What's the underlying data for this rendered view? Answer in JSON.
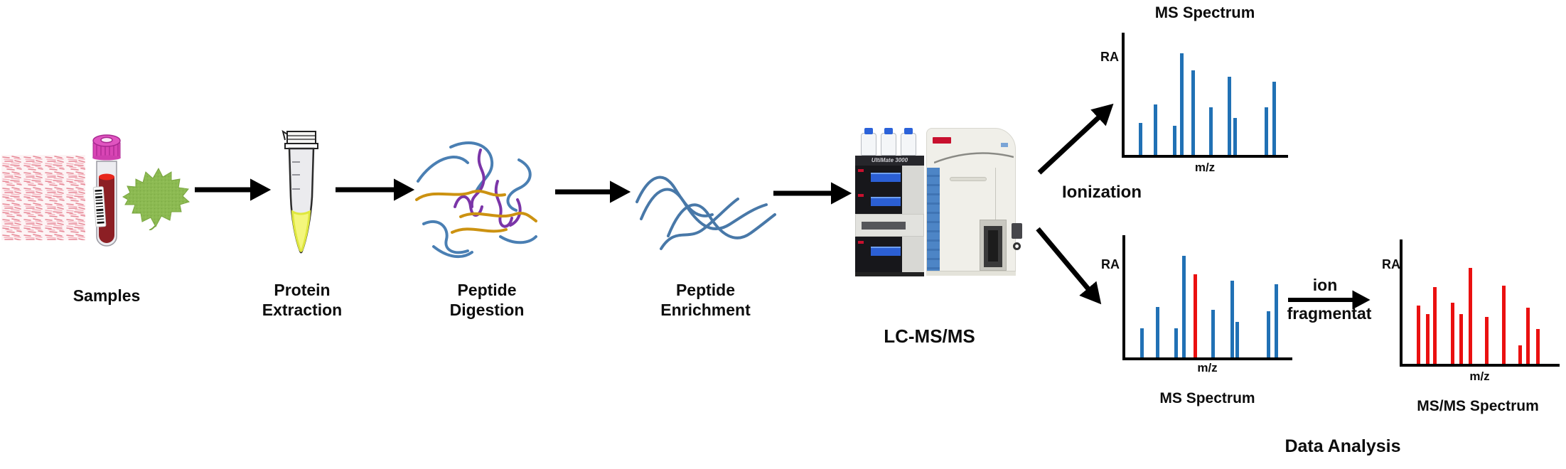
{
  "stages": {
    "samples": "Samples",
    "protein_extraction": [
      "Protein",
      "Extraction"
    ],
    "peptide_digestion": [
      "Peptide",
      "Digestion"
    ],
    "peptide_enrichment": [
      "Peptide",
      "Enrichment"
    ],
    "lc_ms_ms": "LC-MS/MS"
  },
  "instrument": {
    "lc_text": "UltiMate 3000"
  },
  "annotations": {
    "ionization": "Ionization",
    "ion_word": "ion",
    "fragmentation_word": "fragmentat",
    "data_analysis": "Data Analysis"
  },
  "colors": {
    "peak_blue": "#2171b5",
    "peak_red": "#ea1010",
    "arrow_black": "#000000"
  },
  "chart_data": [
    {
      "type": "bar",
      "role": "ms-spectrum-after-ionization",
      "title": "MS Spectrum",
      "title_position": "top",
      "xlabel": "m/z",
      "ylabel": "RA",
      "bar_color": "#2171b5",
      "highlight_color": "#ea1010",
      "axis_units": "relative (no numeric ticks, no gridlines)",
      "peaks_units": "x = % along m/z axis, h = % of axis height",
      "peaks": [
        {
          "x": 8.7,
          "h": 26
        },
        {
          "x": 17.8,
          "h": 41
        },
        {
          "x": 29.6,
          "h": 24
        },
        {
          "x": 33.9,
          "h": 83
        },
        {
          "x": 40.9,
          "h": 69
        },
        {
          "x": 51.7,
          "h": 39
        },
        {
          "x": 63.0,
          "h": 64
        },
        {
          "x": 66.5,
          "h": 30
        },
        {
          "x": 85.7,
          "h": 39
        },
        {
          "x": 90.4,
          "h": 60
        }
      ]
    },
    {
      "type": "bar",
      "role": "ms-spectrum-precursor-selected",
      "title": "MS Spectrum",
      "title_position": "bottom",
      "xlabel": "m/z",
      "ylabel": "RA",
      "bar_color": "#2171b5",
      "highlight_color": "#ea1010",
      "axis_units": "relative (no numeric ticks, no gridlines)",
      "peaks_units": "x = % along m/z axis, h = % of axis height",
      "peaks": [
        {
          "x": 8.9,
          "h": 24
        },
        {
          "x": 18.3,
          "h": 41
        },
        {
          "x": 29.4,
          "h": 24
        },
        {
          "x": 34.0,
          "h": 83
        },
        {
          "x": 40.9,
          "h": 68,
          "highlight": true
        },
        {
          "x": 51.5,
          "h": 39
        },
        {
          "x": 63.0,
          "h": 63
        },
        {
          "x": 66.0,
          "h": 29
        },
        {
          "x": 84.7,
          "h": 38
        },
        {
          "x": 89.4,
          "h": 60
        }
      ]
    },
    {
      "type": "bar",
      "role": "msms-fragment-spectrum",
      "title": "MS/MS Spectrum",
      "title_position": "bottom",
      "xlabel": "m/z",
      "ylabel": "RA",
      "bar_color": "#ea1010",
      "highlight_color": "#ea1010",
      "axis_units": "relative (no numeric ticks, no gridlines)",
      "peaks_units": "x = % along m/z axis, h = % of axis height",
      "peaks": [
        {
          "x": 9.0,
          "h": 47
        },
        {
          "x": 14.9,
          "h": 40
        },
        {
          "x": 19.5,
          "h": 62
        },
        {
          "x": 30.8,
          "h": 49
        },
        {
          "x": 36.2,
          "h": 40
        },
        {
          "x": 42.1,
          "h": 77
        },
        {
          "x": 52.5,
          "h": 38
        },
        {
          "x": 63.3,
          "h": 63
        },
        {
          "x": 73.8,
          "h": 15
        },
        {
          "x": 78.7,
          "h": 45
        },
        {
          "x": 85.1,
          "h": 28
        }
      ]
    }
  ]
}
